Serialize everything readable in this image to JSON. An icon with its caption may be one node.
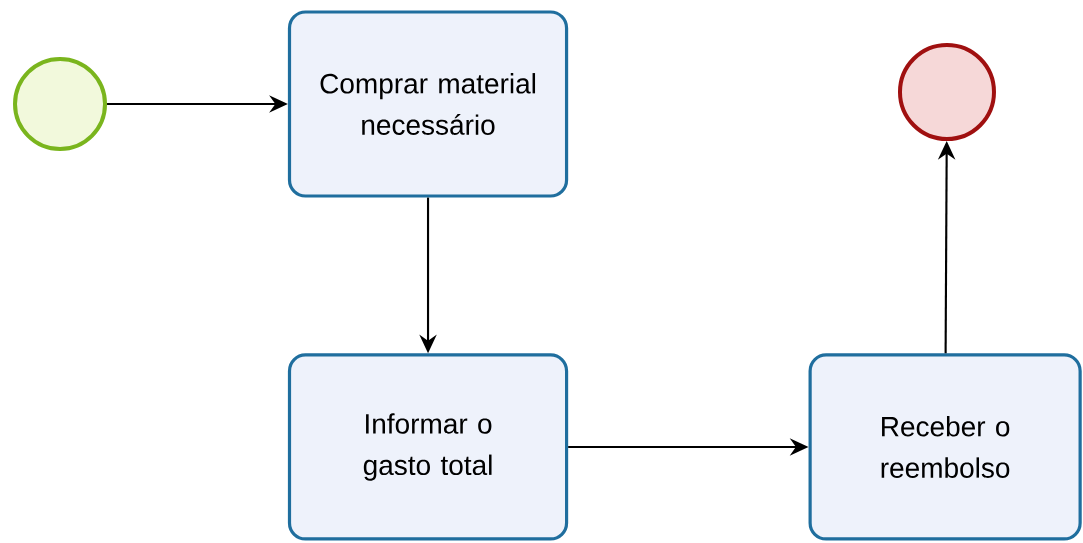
{
  "diagram": {
    "nodes": [
      {
        "text": [],
        "shape": "circle"
      },
      {
        "text": [
          "Comprar material necessário"
        ]
      },
      {
        "text": [],
        "shape": "circle"
      },
      {
        "text": [
          "Informar o gasto total"
        ]
      },
      {
        "text": [
          "Receber o reembolso"
        ]
      }
    ],
    "edges": [
      {
        "from": 0,
        "to": 1,
        "arrow": "to"
      },
      {
        "from": 1,
        "to": 3,
        "arrow": "to"
      },
      {
        "from": 3,
        "to": 4,
        "arrow": "to"
      },
      {
        "from": 4,
        "to": 2,
        "arrow": "to"
      }
    ]
  }
}
